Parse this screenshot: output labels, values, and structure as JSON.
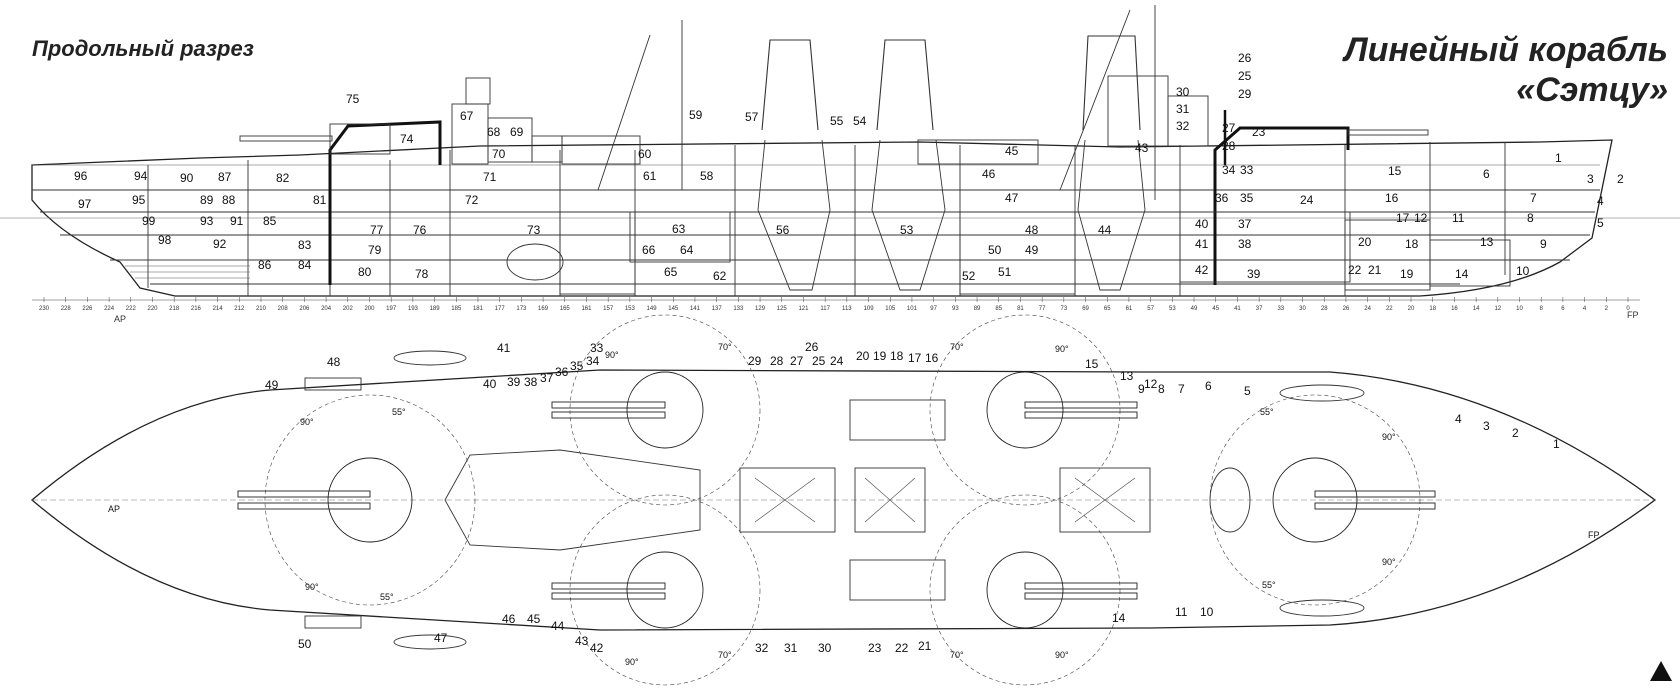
{
  "titles": {
    "left": "Продольный разрез",
    "right_line1": "Линейный корабль",
    "right_line2": "«Сэтцу»"
  },
  "markers": {
    "aft_perpendicular": "AP",
    "fore_perpendicular": "FP"
  },
  "angles": {
    "a55": "55°",
    "a70": "70°",
    "a90": "90°"
  },
  "frame_scale": [
    "230",
    "228",
    "226",
    "224",
    "222",
    "220",
    "218",
    "216",
    "214",
    "212",
    "210",
    "208",
    "206",
    "204",
    "202",
    "200",
    "197",
    "193",
    "189",
    "185",
    "181",
    "177",
    "173",
    "169",
    "165",
    "161",
    "157",
    "153",
    "149",
    "145",
    "141",
    "137",
    "133",
    "129",
    "125",
    "121",
    "117",
    "113",
    "109",
    "105",
    "101",
    "97",
    "93",
    "89",
    "85",
    "81",
    "77",
    "73",
    "69",
    "65",
    "61",
    "57",
    "53",
    "49",
    "45",
    "41",
    "37",
    "33",
    "30",
    "28",
    "26",
    "24",
    "22",
    "20",
    "18",
    "16",
    "14",
    "12",
    "10",
    "8",
    "6",
    "4",
    "2",
    "0"
  ],
  "profile_labels": {
    "c1": "1",
    "c2": "2",
    "c3": "3",
    "c4": "4",
    "c5": "5",
    "c6": "6",
    "c7": "7",
    "c8": "8",
    "c9": "9",
    "c10": "10",
    "c11": "11",
    "c12": "12",
    "c13": "13",
    "c14": "14",
    "c15": "15",
    "c16": "16",
    "c17": "17",
    "c18": "18",
    "c19": "19",
    "c20": "20",
    "c21": "21",
    "c22": "22",
    "c23": "23",
    "c24": "24",
    "c25": "25",
    "c26": "26",
    "c27": "27",
    "c28": "28",
    "c29": "29",
    "c30": "30",
    "c31": "31",
    "c32": "32",
    "c33": "33",
    "c34": "34",
    "c35": "35",
    "c36": "36",
    "c37": "37",
    "c38": "38",
    "c39": "39",
    "c40": "40",
    "c41": "41",
    "c42": "42",
    "c43": "43",
    "c44": "44",
    "c45": "45",
    "c46": "46",
    "c47": "47",
    "c48": "48",
    "c49": "49",
    "c50": "50",
    "c51": "51",
    "c52": "52",
    "c53": "53",
    "c54": "54",
    "c55": "55",
    "c56": "56",
    "c57": "57",
    "c58": "58",
    "c59": "59",
    "c60": "60",
    "c61": "61",
    "c62": "62",
    "c63": "63",
    "c64": "64",
    "c65": "65",
    "c66": "66",
    "c67": "67",
    "c68": "68",
    "c69": "69",
    "c70": "70",
    "c71": "71",
    "c72": "72",
    "c73": "73",
    "c74": "74",
    "c75": "75",
    "c76": "76",
    "c77": "77",
    "c78": "78",
    "c79": "79",
    "c80": "80",
    "c81": "81",
    "c82": "82",
    "c83": "83",
    "c84": "84",
    "c85": "85",
    "c86": "86",
    "c87": "87",
    "c88": "88",
    "c89": "89",
    "c90": "90",
    "c91": "91",
    "c92": "92",
    "c93": "93",
    "c94": "94",
    "c95": "95",
    "c96": "96",
    "c97": "97",
    "c98": "98",
    "c99": "99"
  },
  "plan_labels": {
    "p1": "1",
    "p2": "2",
    "p3": "3",
    "p4": "4",
    "p5": "5",
    "p6": "6",
    "p7": "7",
    "p8": "8",
    "p9": "9",
    "p10": "10",
    "p11": "11",
    "p12": "12",
    "p13": "13",
    "p14": "14",
    "p15": "15",
    "p16": "16",
    "p17": "17",
    "p18": "18",
    "p19": "19",
    "p20": "20",
    "p21": "21",
    "p22": "22",
    "p23": "23",
    "p24": "24",
    "p25": "25",
    "p26": "26",
    "p27": "27",
    "p28": "28",
    "p29": "29",
    "p30": "30",
    "p31": "31",
    "p32": "32",
    "p33": "33",
    "p34": "34",
    "p35": "35",
    "p36": "36",
    "p37": "37",
    "p38": "38",
    "p39": "39",
    "p40": "40",
    "p41": "41",
    "p42": "42",
    "p43": "43",
    "p44": "44",
    "p45": "45",
    "p46": "46",
    "p47": "47",
    "p48": "48",
    "p49": "49",
    "p50": "50"
  }
}
